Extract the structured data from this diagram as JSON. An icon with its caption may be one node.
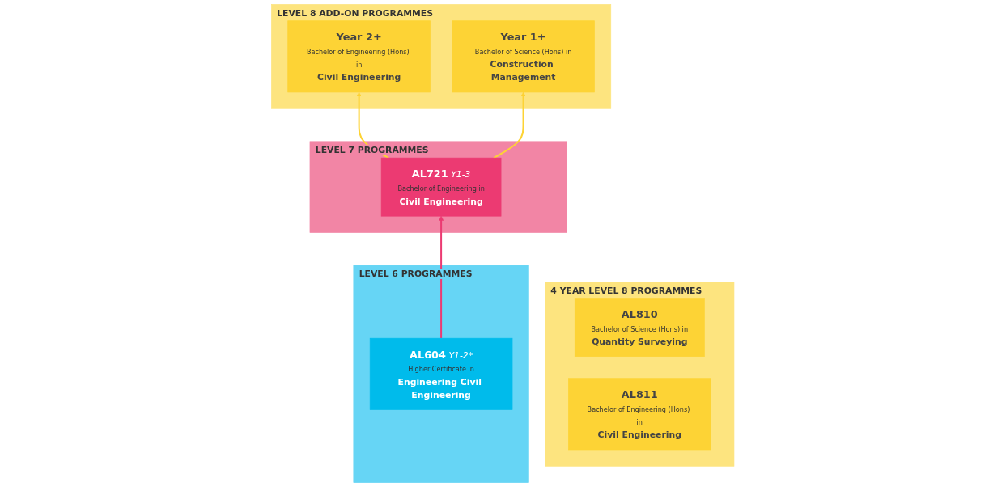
{
  "diagram": {
    "nodes": [
      {
        "text": [
          "4 YEAR LEVEL 8 PROGRAMMES"
        ]
      },
      {
        "text": [
          "AL810",
          "Bachelor of Science (Hons) in",
          "Quantity Surveying"
        ],
        "in": 0
      },
      {
        "text": [
          "AL811",
          "Bachelor of Engineering (Hons) in",
          "Civil Engineering"
        ],
        "in": 0
      },
      {
        "text": [
          "LEVEL 8 ADD-ON PROGRAMMES"
        ]
      },
      {
        "text": [
          "Year 2+",
          "Bachelor of Engineering (Hons) in",
          "Civil Engineering"
        ],
        "in": 3
      },
      {
        "text": [
          "Year 1+",
          "Bachelor of Science (Hons) in",
          "Construction Management"
        ],
        "in": 3
      },
      {
        "text": [
          "LEVEL 7 PROGRAMMES"
        ]
      },
      {
        "text": [
          "AL721",
          "Y1-3",
          "Bachelor of Engineering in",
          "Civil Engineering"
        ],
        "in": 6
      },
      {
        "text": [
          "LEVEL 6 PROGRAMMES"
        ]
      },
      {
        "text": [
          "AL604",
          "Y1-2*",
          "Higher Certificate in",
          "Engineering Civil Engineering"
        ],
        "in": 8
      }
    ],
    "edges": [
      {
        "from": 7,
        "to": 4,
        "arrow": "to",
        "color": "#fdd335"
      },
      {
        "from": 7,
        "to": 5,
        "arrow": "to",
        "color": "#fdd335"
      },
      {
        "from": 9,
        "to": 7,
        "arrow": "to",
        "color": "#ec3a72"
      }
    ]
  }
}
